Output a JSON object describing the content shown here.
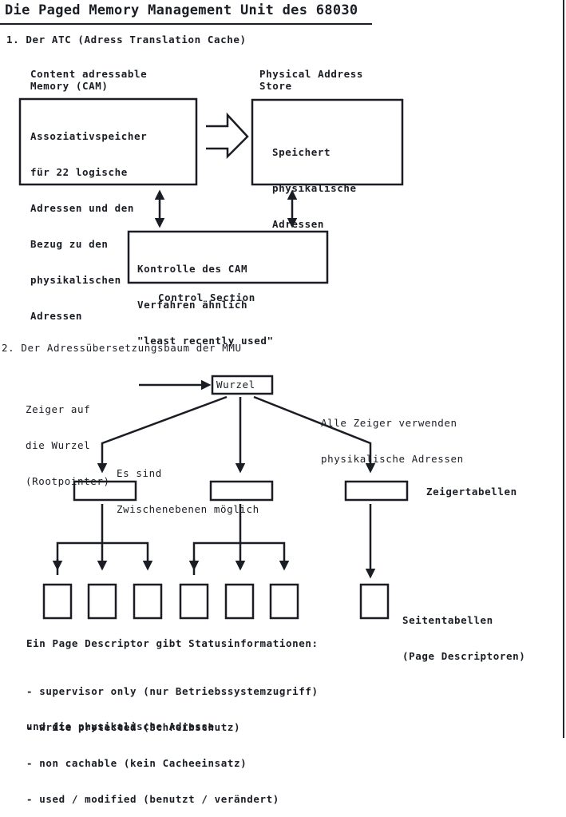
{
  "page_title": "Die Paged Memory Management Unit des 68030",
  "section1": {
    "heading": "1. Der ATC (Adress Translation Cache)",
    "cam_label": [
      "Content adressable",
      "Memory (CAM)"
    ],
    "pas_label": [
      "Physical Address",
      "Store"
    ],
    "cam_box_text": [
      "Assoziativspeicher",
      "für 22 logische",
      "Adressen und den",
      "Bezug zu den",
      "physikalischen",
      "Adressen"
    ],
    "pas_box_text": [
      "Speichert",
      "physikalische",
      "Adressen"
    ],
    "control_box_text": [
      "Kontrolle des CAM",
      "Verfahren ähnlich",
      "\"least recently used\""
    ],
    "control_label": "Control Section"
  },
  "section2": {
    "heading": "2. Der Adressübersetzungsbaum der MMU",
    "root_pointer_label": [
      "Zeiger auf",
      "die Wurzel",
      "(Rootpointer)"
    ],
    "root_box": "Wurzel",
    "physical_note": [
      "Alle Zeiger verwenden",
      "physikalische Adressen"
    ],
    "intermediate_note": [
      "Es sind",
      "Zwischenebenen möglich"
    ],
    "pointer_tables_label": "Zeigertabellen",
    "page_tables_label": [
      "Seitentabellen",
      "(Page Descriptoren)"
    ]
  },
  "descriptor_info": {
    "intro": "Ein Page Descriptor gibt Statusinformationen:",
    "items": [
      "- supervisor only (nur Betriebssystemzugriff)",
      "- write protected (Schreibschutz)",
      "- non cachable (kein Cacheeinsatz)",
      "- used / modified (benutzt / verändert)"
    ],
    "closing": "und die physikalische Adresse"
  }
}
